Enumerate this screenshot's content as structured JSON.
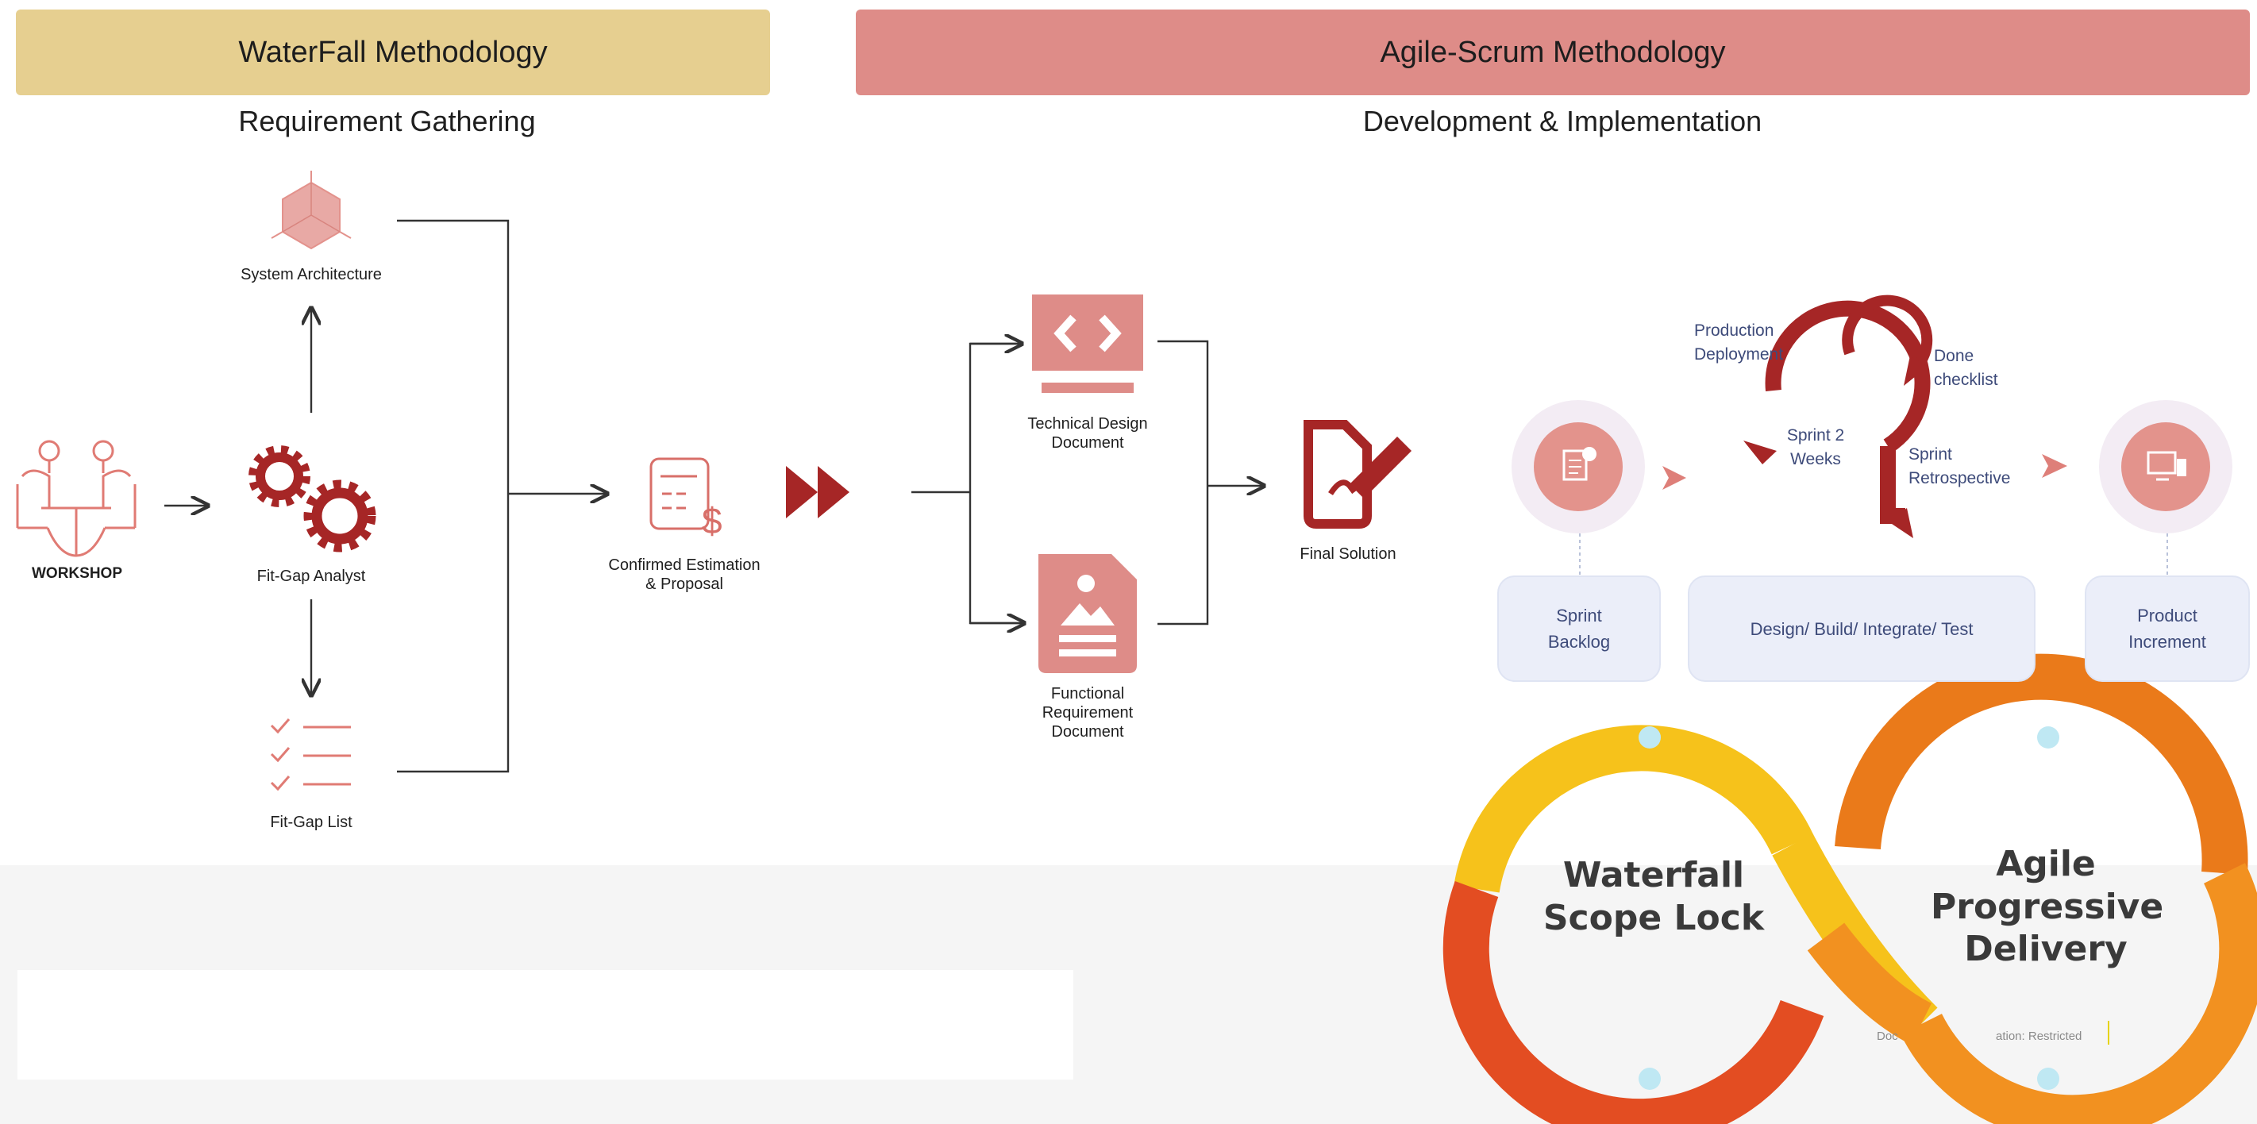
{
  "headers": {
    "waterfall": "WaterFall Methodology",
    "agile": "Agile-Scrum Methodology"
  },
  "subheaders": {
    "waterfall": "Requirement Gathering",
    "agile": "Development & Implementation"
  },
  "waterfall_flow": {
    "workshop": "WORKSHOP",
    "system_architecture": "System Architecture",
    "fit_gap_analyst": "Fit-Gap Analyst",
    "fit_gap_list": "Fit-Gap List",
    "confirmed_estimation": [
      "Confirmed Estimation",
      "& Proposal"
    ]
  },
  "agile_flow": {
    "technical_design": [
      "Technical Design",
      "Document"
    ],
    "functional_requirement": [
      "Functional",
      "Requirement",
      "Document"
    ],
    "final_solution": "Final Solution"
  },
  "scrum": {
    "production_deployment": [
      "Production",
      "Deployment"
    ],
    "done_checklist": [
      "Done",
      "checklist"
    ],
    "sprint_weeks": [
      "Sprint 2",
      "Weeks"
    ],
    "sprint_retrospective": [
      "Sprint",
      "Retrospective"
    ],
    "sprint_backlog": [
      "Sprint",
      "Backlog"
    ],
    "design_build": "Design/ Build/ Integrate/ Test",
    "product_increment": [
      "Product",
      "Increment"
    ]
  },
  "infinity": {
    "left_label": [
      "Waterfall",
      "Scope Lock"
    ],
    "right_label": [
      "Agile",
      "Progressive",
      "Delivery"
    ]
  },
  "footer": {
    "classification_left": "Doc",
    "classification_right": "ation: Restricted"
  },
  "colors": {
    "waterfall_header": "#e6cf90",
    "agile_header": "#de8c88",
    "accent_dark_red": "#a62626",
    "accent_salmon": "#de8c88",
    "pill_bg": "#ebeef9",
    "inf_yellow": "#f6c21b",
    "inf_orange": "#f08a1c",
    "inf_red": "#e34d22",
    "inf_dot": "#bfe8f3"
  }
}
